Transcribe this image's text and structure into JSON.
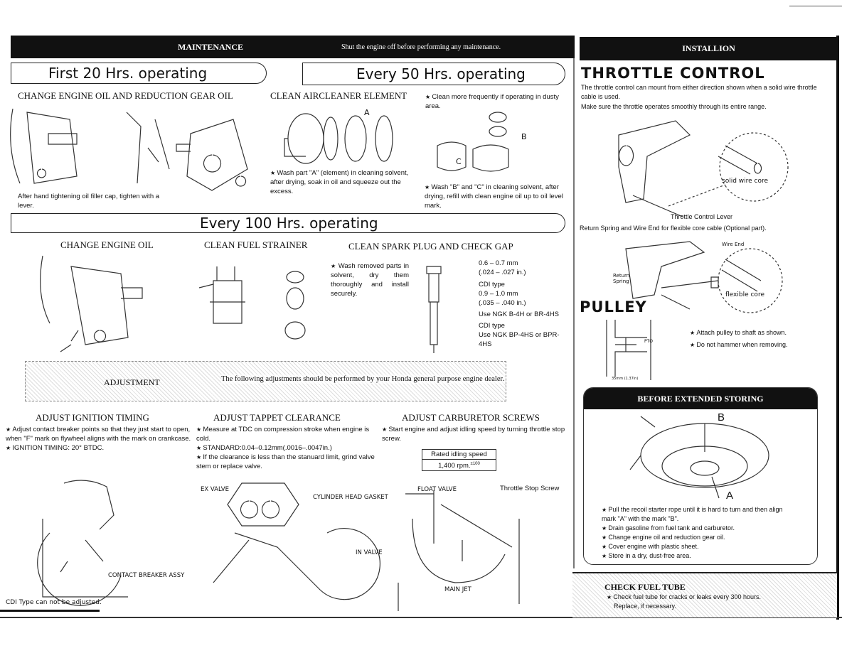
{
  "maintenance": {
    "title": "MAINTENANCE",
    "warning": "Shut the engine off before performing any maintenance."
  },
  "first20": {
    "title": "First 20 Hrs. operating",
    "heading": "CHANGE ENGINE OIL AND REDUCTION GEAR OIL",
    "note": "After hand tightening oil filler cap, tighten with a lever."
  },
  "every50": {
    "title": "Every 50 Hrs. operating",
    "heading": "CLEAN AIRCLEANER ELEMENT",
    "dusty_note": "Clean more frequently if operating in dusty area.",
    "label_a": "A",
    "label_b": "B",
    "label_c": "C",
    "wash_a": "Wash part \"A\" (element) in cleaning solvent, after drying, soak in oil and squeeze out the excess.",
    "wash_bc": "Wash \"B\" and \"C\" in cleaning solvent, after drying, refill with clean engine oil up to oil level mark."
  },
  "every100": {
    "title": "Every 100 Hrs. operating",
    "oil_heading": "CHANGE ENGINE OIL",
    "strainer_heading": "CLEAN FUEL STRAINER",
    "plug_heading": "CLEAN SPARK PLUG AND CHECK GAP",
    "wash_note": "Wash removed parts in solvent, dry them thoroughly and install securely.",
    "plug_specs": [
      "0.6 – 0.7 mm",
      "(.024 – .027 in.)",
      "CDI type",
      "0.9 – 1.0 mm",
      "(.035 – .040 in.)",
      "Use NGK B-4H or BR-4HS",
      "CDI type",
      "Use NGK BP-4HS or BPR-4HS"
    ]
  },
  "adjustment": {
    "title": "ADJUSTMENT",
    "note": "The following adjustments should be performed by your Honda general purpose engine dealer.",
    "ignition": {
      "heading": "ADJUST IGNITION TIMING",
      "bullets": [
        "Adjust contact breaker points so that they just start to open, when \"F\" mark on flywheel aligns with the mark on crankcase.",
        "IGNITION TIMING: 20° BTDC."
      ],
      "label": "CONTACT BREAKER ASSY",
      "cdi_note": "CDI Type can not be adjusted."
    },
    "tappet": {
      "heading": "ADJUST TAPPET CLEARANCE",
      "bullets": [
        "Measure at TDC on compression stroke when engine is cold.",
        "STANDARD:0.04–0.12mm(.0016–.0047in.)",
        "If the clearance is less than the stanuard limit, grind valve stem or replace valve."
      ],
      "labels": {
        "ex": "EX VALVE",
        "gasket": "CYLINDER HEAD GASKET",
        "in": "IN VALVE"
      }
    },
    "carb": {
      "heading": "ADJUST CARBURETOR SCREWS",
      "bullets": [
        "Start engine and adjust idling speed by turning throttle stop screw."
      ],
      "rated_label": "Rated idling speed",
      "rated_value": "1,400 rpm.",
      "rated_tol": "±100",
      "labels": {
        "float": "FLOAT VALVE",
        "stop": "Throttle Stop Screw",
        "jet": "MAIN JET"
      }
    }
  },
  "installion": {
    "title": "INSTALLION",
    "throttle_title": "THROTTLE CONTROL",
    "throttle_text1": "The throttle control can mount from either direction shown when a solid wire throttle cable is used.",
    "throttle_text2": "Make sure the throttle operates smoothly through its entire range.",
    "solid_core": "solid wire core",
    "lever_caption": "Throttle Control Lever",
    "spring_caption": "Return Spring and Wire End for flexible core cable (Optional part).",
    "wire_end": "Wire End",
    "return_spring": "Return Spring",
    "flexible_core": "flexible core",
    "pulley_title": "PULLEY",
    "pto": "PTO",
    "pulley_dim": "35mm (1.37in)",
    "pulley_bullets": [
      "Attach pulley to shaft as shown.",
      "Do not hammer when removing."
    ]
  },
  "storing": {
    "title": "BEFORE EXTENDED STORING",
    "mark_a": "A",
    "mark_b": "B",
    "bullets": [
      "Pull the recoil starter rope until it is hard to turn and then align mark \"A\" with the mark \"B\".",
      "Drain gasoline from fuel tank and carburetor.",
      "Change engine oil and reduction gear oil.",
      "Cover engine with plastic sheet.",
      "Store in a dry, dust-free area."
    ]
  },
  "fuel_tube": {
    "title": "CHECK FUEL TUBE",
    "bullets": [
      "Check fuel tube for cracks or leaks every 300 hours.",
      "Replace, if necessary."
    ]
  }
}
